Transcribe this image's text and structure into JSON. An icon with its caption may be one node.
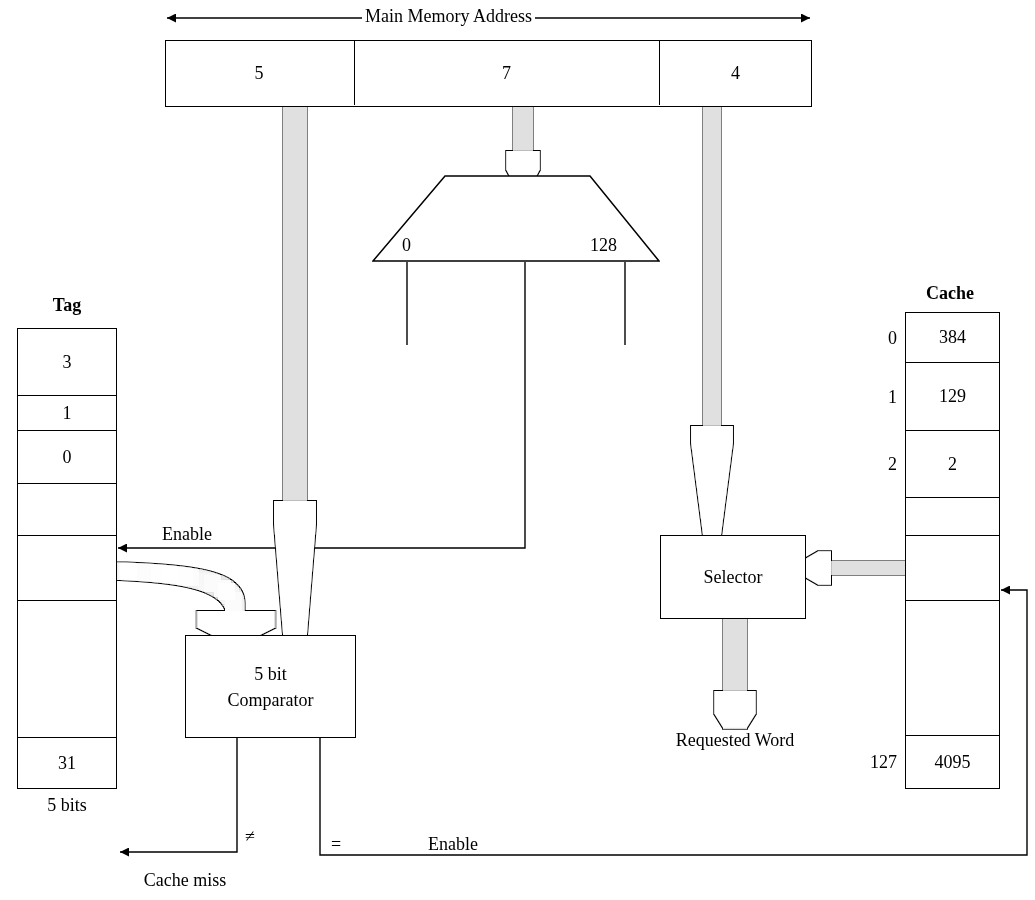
{
  "diagram": {
    "nodes": [
      {
        "text": [],
        "shape": "box"
      },
      {
        "text": [
          "5"
        ],
        "in": 0
      },
      {
        "text": [
          "7"
        ],
        "in": 0
      },
      {
        "text": [
          "4"
        ],
        "in": 0
      },
      {
        "text": [
          "0",
          "128"
        ]
      },
      {
        "text": [
          "Tag"
        ],
        "beside": [
          "5 bits"
        ]
      },
      {
        "text": [
          "3"
        ],
        "in": 5
      },
      {
        "text": [
          "1"
        ],
        "in": 5
      },
      {
        "text": [
          "0"
        ],
        "in": 5
      },
      {
        "text": [],
        "shape": "box",
        "in": 5
      },
      {
        "text": [],
        "shape": "box",
        "in": 5
      },
      {
        "text": [],
        "shape": "box",
        "in": 5
      },
      {
        "text": [
          "31"
        ],
        "in": 5
      },
      {
        "text": [
          "Cache"
        ]
      },
      {
        "text": [
          "384"
        ],
        "in": 13,
        "beside": [
          "0"
        ]
      },
      {
        "text": [
          "129"
        ],
        "in": 13,
        "beside": [
          "1"
        ]
      },
      {
        "text": [
          "2"
        ],
        "in": 13,
        "beside": [
          "2"
        ]
      },
      {
        "text": [],
        "shape": "box",
        "in": 13
      },
      {
        "text": [],
        "shape": "box",
        "in": 13
      },
      {
        "text": [],
        "shape": "box",
        "in": 13
      },
      {
        "text": [
          "4095"
        ],
        "in": 13,
        "beside": [
          "127"
        ]
      },
      {
        "text": [
          "5 bit Comparator"
        ]
      },
      {
        "text": [
          "Selector"
        ]
      },
      {
        "text": [
          "Requested Word"
        ]
      },
      {
        "text": [
          "Cache miss"
        ]
      }
    ],
    "edges": [
      {
        "from": 1,
        "to": 21,
        "arrow": "to"
      },
      {
        "from": 2,
        "to": 4,
        "arrow": "to"
      },
      {
        "from": 3,
        "to": 22,
        "arrow": "to"
      },
      {
        "from": 4,
        "to": 10,
        "arrow": "to",
        "label": "Enable"
      },
      {
        "from": 10,
        "to": 21,
        "arrow": "to"
      },
      {
        "from": 18,
        "to": 22,
        "arrow": "to"
      },
      {
        "from": 22,
        "to": 23,
        "arrow": "to"
      },
      {
        "from": 21,
        "to": 24,
        "arrow": "to",
        "label": "≠"
      },
      {
        "from": 21,
        "to": 18,
        "arrow": "to",
        "label": "="
      },
      {
        "from": 4,
        "to": null,
        "arrow": "none"
      },
      {
        "from": 4,
        "to": null,
        "arrow": "none"
      }
    ],
    "labels": [
      "Main Memory Address",
      "Enable"
    ]
  }
}
